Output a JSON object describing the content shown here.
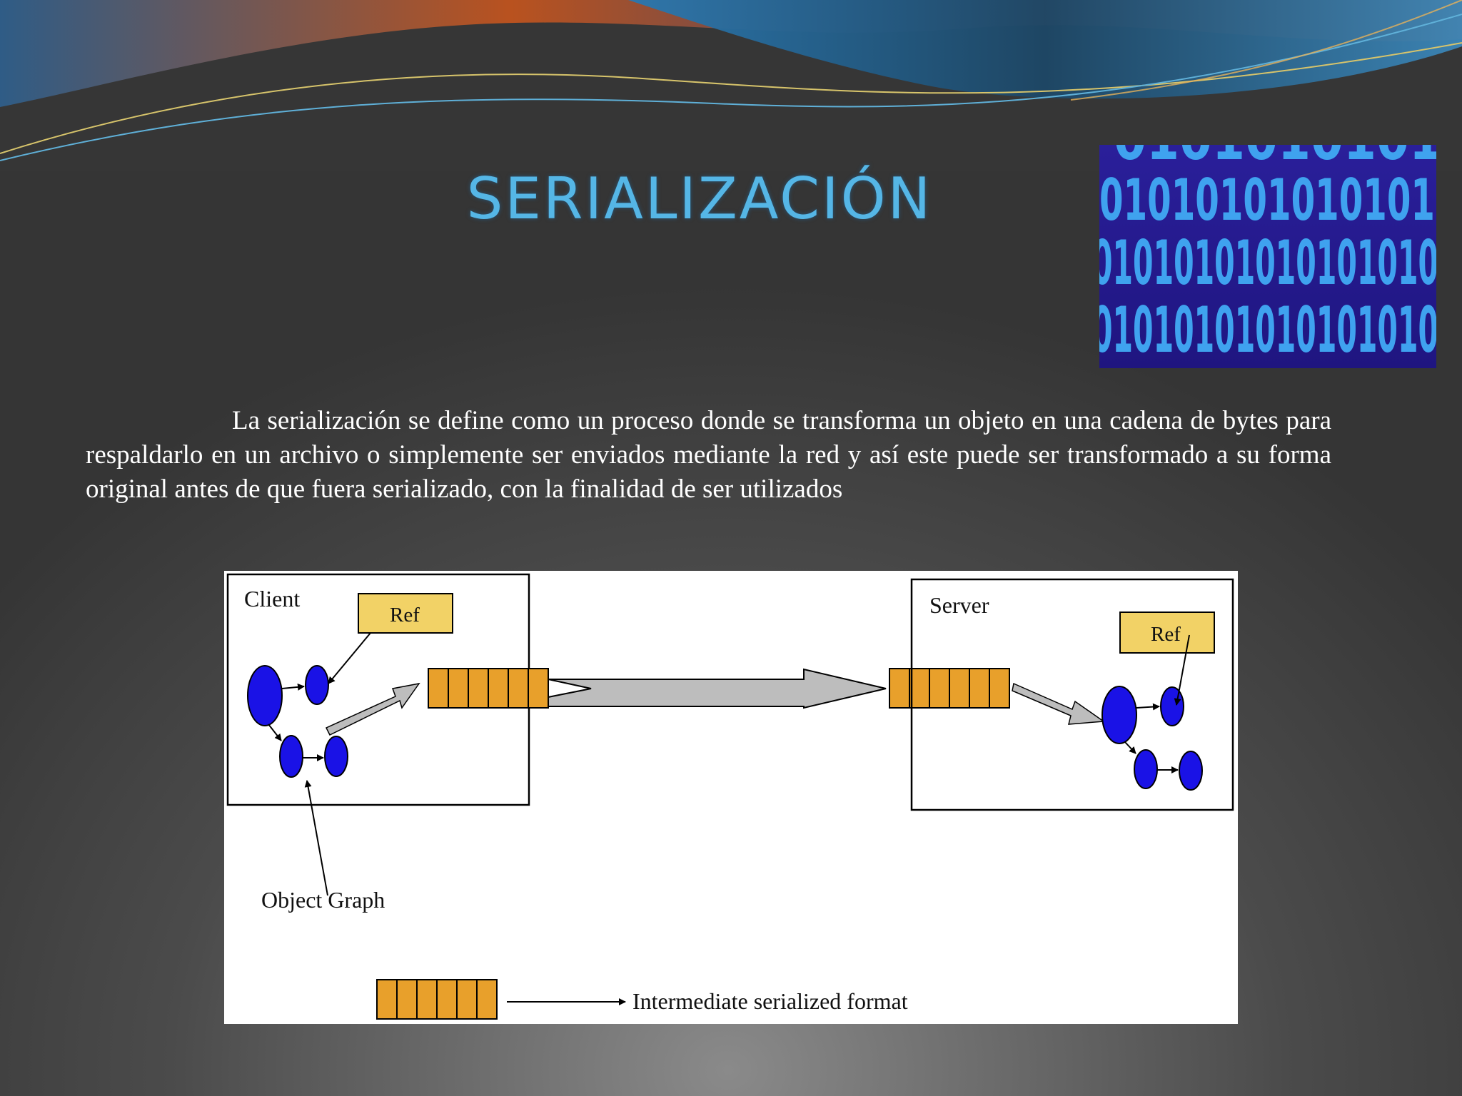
{
  "slide": {
    "title": "SERIALIZACIÓN",
    "description": "La serialización se define como un proceso donde se transforma un objeto en una cadena de bytes para respaldarlo en un archivo o simplemente ser enviados mediante la red y así este puede ser transformado a su forma original antes de que fuera serializado, con la finalidad de ser utilizados"
  },
  "binary_image": {
    "rows": [
      "0101010101",
      "01010101010101",
      "01010101010101010",
      "01010101010101010"
    ],
    "colors": {
      "background": "#2a1f9a",
      "digits": "#3fa2ef"
    }
  },
  "diagram": {
    "client_label": "Client",
    "server_label": "Server",
    "ref_label_client": "Ref",
    "ref_label_server": "Ref",
    "object_graph_label": "Object Graph",
    "legend_label": "Intermediate serialized format",
    "colors": {
      "node": "#1a12e6",
      "buffer": "#e8a02b",
      "ref_box": "#f2d266",
      "arrow": "#bdbdbd"
    }
  },
  "theme": {
    "title_color": "#55b6e6",
    "text_color": "#ffffff",
    "swoosh_orange": "#c35a1e",
    "swoosh_blue": "#2c6fa0"
  }
}
